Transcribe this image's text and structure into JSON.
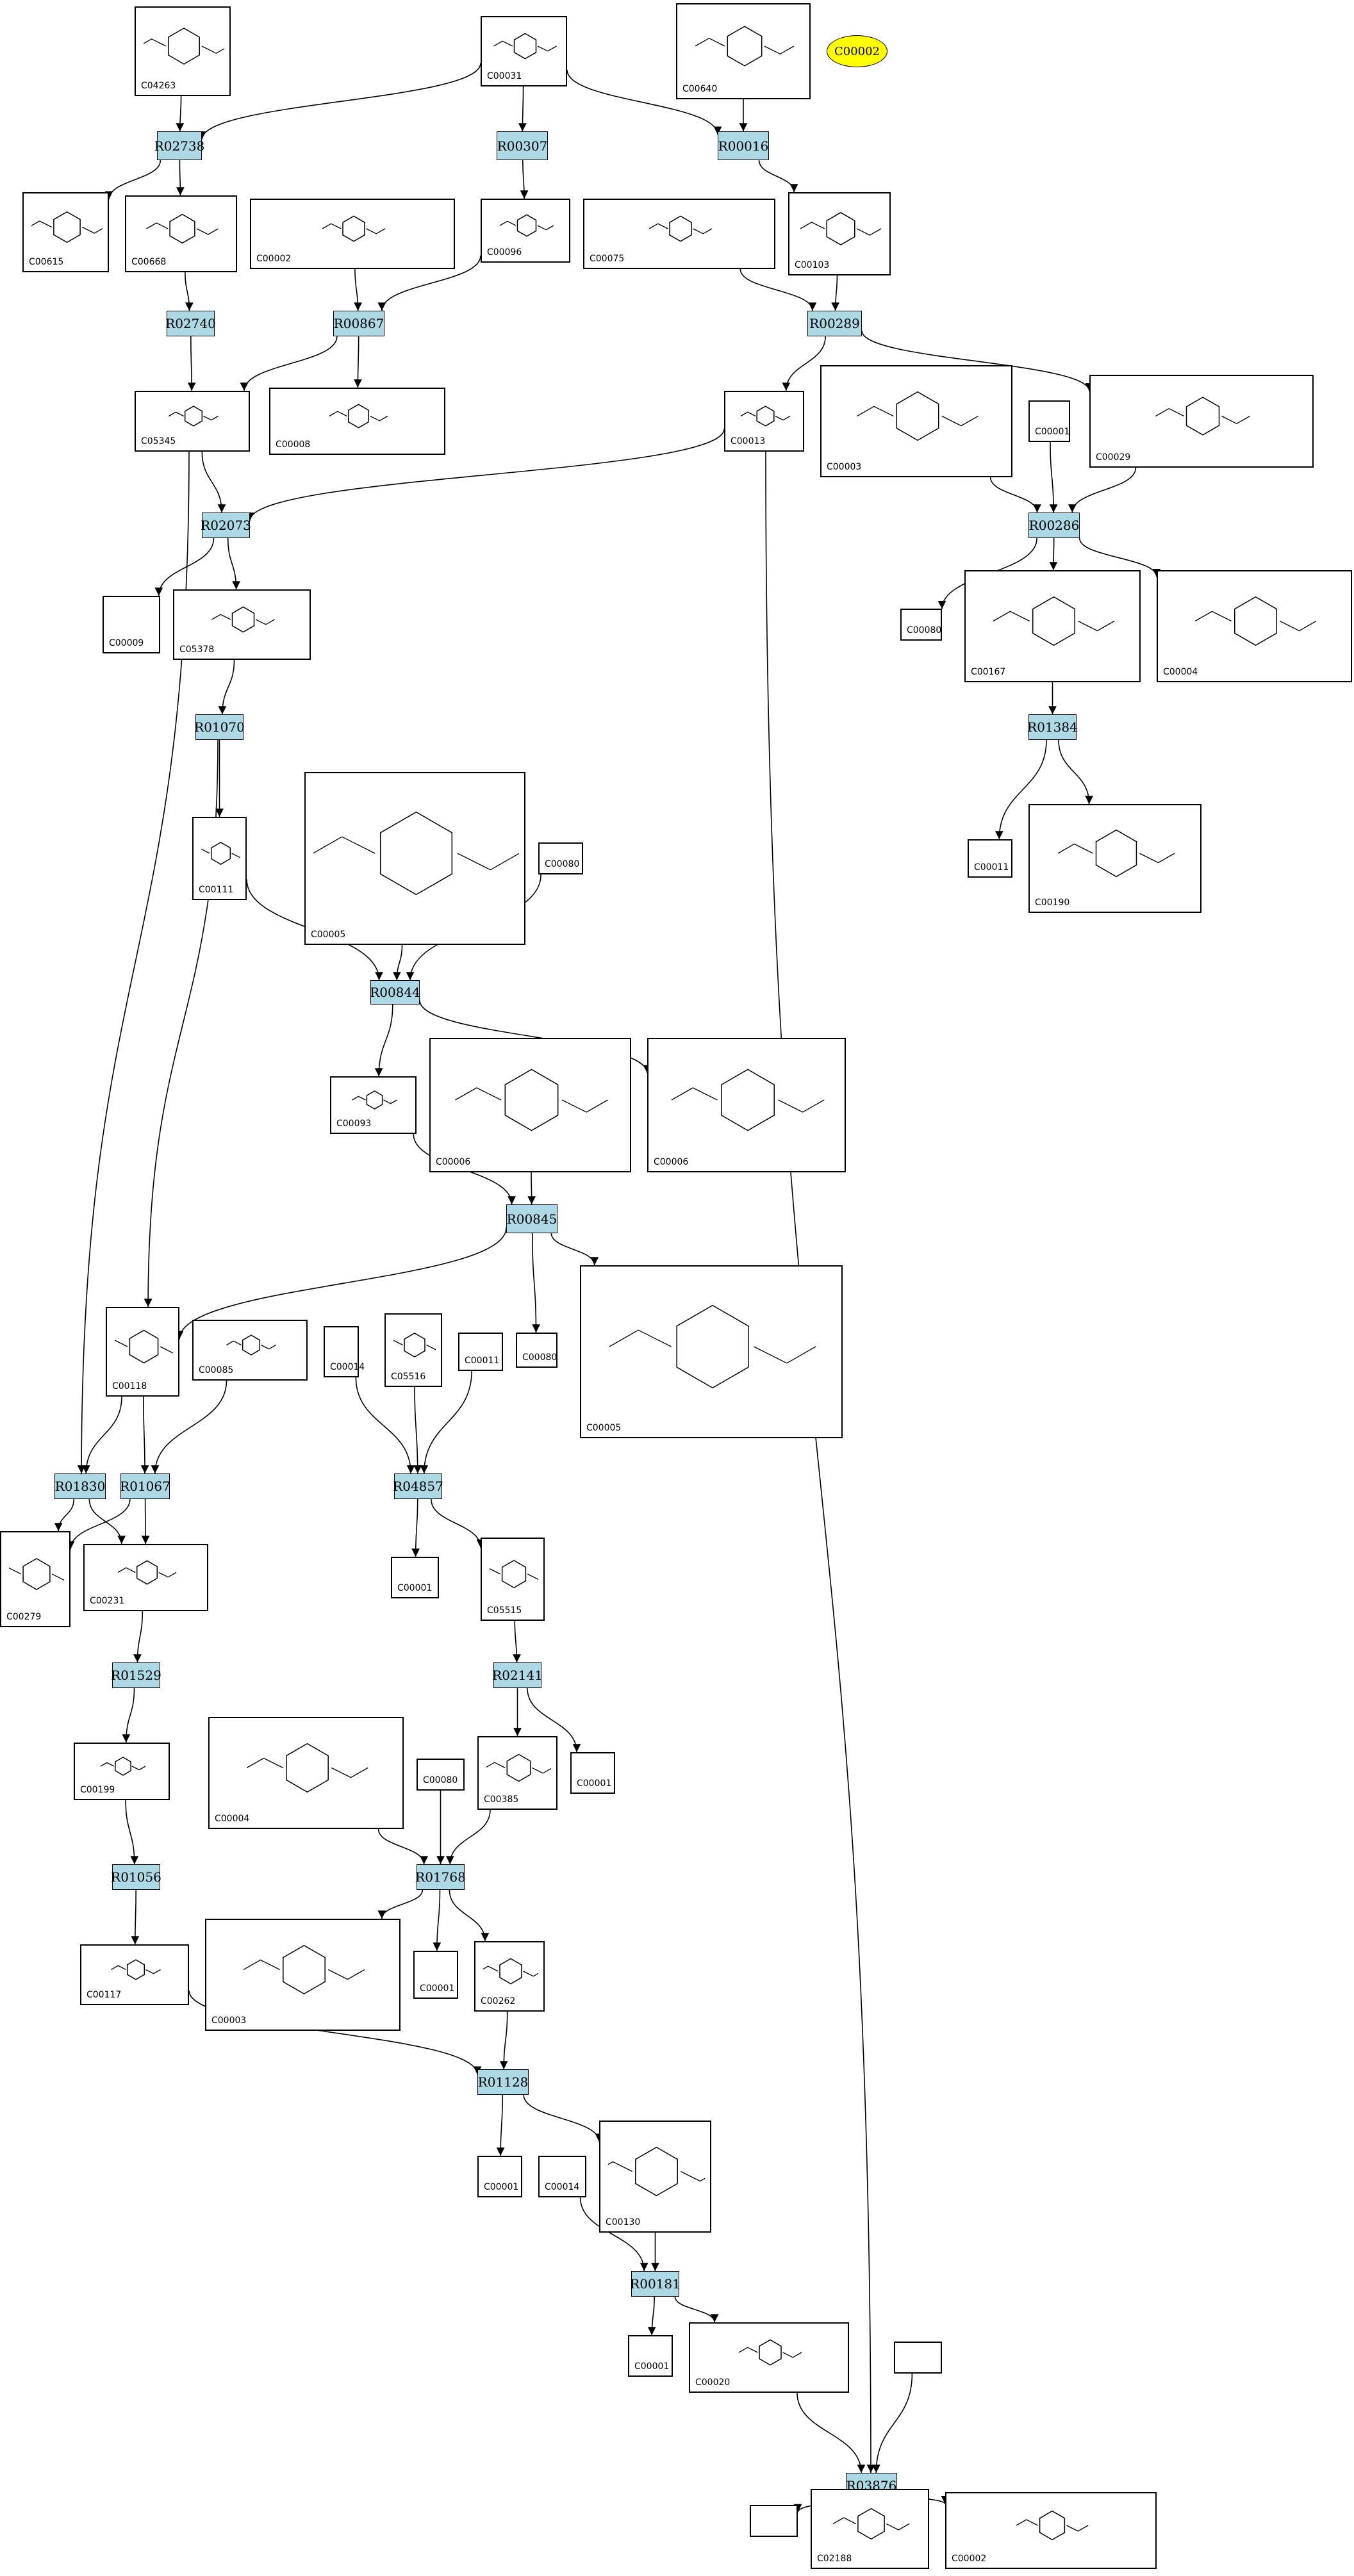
{
  "title_node": {
    "id": "t",
    "label": "C00002"
  },
  "reactions": [
    {
      "id": "r1",
      "label": "R02738"
    },
    {
      "id": "r2",
      "label": "R00307"
    },
    {
      "id": "r3",
      "label": "R00016"
    },
    {
      "id": "r4",
      "label": "R02740"
    },
    {
      "id": "r5",
      "label": "R00867"
    },
    {
      "id": "r6",
      "label": "R00289"
    },
    {
      "id": "r7",
      "label": "R02073"
    },
    {
      "id": "r8",
      "label": "R00286"
    },
    {
      "id": "r9",
      "label": "R01070"
    },
    {
      "id": "r10",
      "label": "R01384"
    },
    {
      "id": "r11",
      "label": "R00844"
    },
    {
      "id": "r12",
      "label": "R00845"
    },
    {
      "id": "r13",
      "label": "R01830"
    },
    {
      "id": "r14",
      "label": "R01067"
    },
    {
      "id": "r15",
      "label": "R04857"
    },
    {
      "id": "r16",
      "label": "R01529"
    },
    {
      "id": "r17",
      "label": "R02141"
    },
    {
      "id": "r18",
      "label": "R01056"
    },
    {
      "id": "r19",
      "label": "R01768"
    },
    {
      "id": "r20",
      "label": "R01128"
    },
    {
      "id": "r21",
      "label": "R00181"
    },
    {
      "id": "r22",
      "label": "R03876"
    }
  ],
  "compounds": [
    {
      "id": "c1",
      "label": "C04263"
    },
    {
      "id": "c2",
      "label": "C00031"
    },
    {
      "id": "c3",
      "label": "C00640"
    },
    {
      "id": "c4",
      "label": "C00615"
    },
    {
      "id": "c5",
      "label": "C00668"
    },
    {
      "id": "c6",
      "label": "C00002"
    },
    {
      "id": "c7",
      "label": "C00096"
    },
    {
      "id": "c8",
      "label": "C00075"
    },
    {
      "id": "c9",
      "label": "C00103"
    },
    {
      "id": "c10",
      "label": "C05345"
    },
    {
      "id": "c11",
      "label": "C00008"
    },
    {
      "id": "c12",
      "label": "C00013"
    },
    {
      "id": "c13",
      "label": "C00003"
    },
    {
      "id": "c14",
      "label": "C00001"
    },
    {
      "id": "c15",
      "label": "C00029"
    },
    {
      "id": "c16",
      "label": "C00009"
    },
    {
      "id": "c17",
      "label": "C05378"
    },
    {
      "id": "c18",
      "label": "C00080"
    },
    {
      "id": "c19",
      "label": "C00167"
    },
    {
      "id": "c20",
      "label": "C00004"
    },
    {
      "id": "c21",
      "label": "C00111"
    },
    {
      "id": "c22",
      "label": "C00005"
    },
    {
      "id": "c23",
      "label": "C00080"
    },
    {
      "id": "c24",
      "label": "C00011"
    },
    {
      "id": "c25",
      "label": "C00190"
    },
    {
      "id": "c26",
      "label": "C00093"
    },
    {
      "id": "c27",
      "label": "C00006"
    },
    {
      "id": "c28",
      "label": "C00006"
    },
    {
      "id": "c29",
      "label": "C00118"
    },
    {
      "id": "c30",
      "label": "C00085"
    },
    {
      "id": "c31",
      "label": "C00014"
    },
    {
      "id": "c32",
      "label": "C05516"
    },
    {
      "id": "c33",
      "label": "C00011"
    },
    {
      "id": "c34",
      "label": "C00080"
    },
    {
      "id": "c35",
      "label": "C00005"
    },
    {
      "id": "c36",
      "label": "C00279"
    },
    {
      "id": "c37",
      "label": "C00231"
    },
    {
      "id": "c38",
      "label": "C00001"
    },
    {
      "id": "c39",
      "label": "C05515"
    },
    {
      "id": "c40",
      "label": "C00199"
    },
    {
      "id": "c41",
      "label": "C00004"
    },
    {
      "id": "c42",
      "label": "C00080"
    },
    {
      "id": "c43",
      "label": "C00385"
    },
    {
      "id": "c44",
      "label": "C00001"
    },
    {
      "id": "c45",
      "label": "C00117"
    },
    {
      "id": "c46",
      "label": "C00003"
    },
    {
      "id": "c47",
      "label": "C00001"
    },
    {
      "id": "c48",
      "label": "C00262"
    },
    {
      "id": "c49",
      "label": "C00001"
    },
    {
      "id": "c50",
      "label": "C00014"
    },
    {
      "id": "c51",
      "label": "C00130"
    },
    {
      "id": "c52",
      "label": "C00001"
    },
    {
      "id": "c53",
      "label": "C00020"
    },
    {
      "id": "c54",
      "label": ""
    },
    {
      "id": "c55",
      "label": ""
    },
    {
      "id": "c56",
      "label": "C02188"
    },
    {
      "id": "c57",
      "label": "C00002"
    }
  ],
  "edges": [
    [
      "c1",
      "r1"
    ],
    [
      "c2",
      "r1"
    ],
    [
      "c2",
      "r2"
    ],
    [
      "c2",
      "r3"
    ],
    [
      "c3",
      "r3"
    ],
    [
      "r1",
      "c4"
    ],
    [
      "r1",
      "c5"
    ],
    [
      "r2",
      "c7"
    ],
    [
      "r3",
      "c9"
    ],
    [
      "c5",
      "r4"
    ],
    [
      "c6",
      "r5"
    ],
    [
      "c7",
      "r5"
    ],
    [
      "c8",
      "r6"
    ],
    [
      "c9",
      "r6"
    ],
    [
      "r4",
      "c10"
    ],
    [
      "r5",
      "c10"
    ],
    [
      "r5",
      "c11"
    ],
    [
      "r6",
      "c12"
    ],
    [
      "r6",
      "c15"
    ],
    [
      "c10",
      "r7"
    ],
    [
      "c12",
      "r7"
    ],
    [
      "c13",
      "r8"
    ],
    [
      "c14",
      "r8"
    ],
    [
      "c15",
      "r8"
    ],
    [
      "r7",
      "c16"
    ],
    [
      "r7",
      "c17"
    ],
    [
      "r8",
      "c18"
    ],
    [
      "r8",
      "c19"
    ],
    [
      "r8",
      "c20"
    ],
    [
      "c17",
      "r9"
    ],
    [
      "c19",
      "r10"
    ],
    [
      "r9",
      "c21"
    ],
    [
      "r10",
      "c24"
    ],
    [
      "r10",
      "c25"
    ],
    [
      "c21",
      "r11"
    ],
    [
      "c22",
      "r11"
    ],
    [
      "c23",
      "r11"
    ],
    [
      "r11",
      "c26"
    ],
    [
      "r11",
      "c28"
    ],
    [
      "c26",
      "r12"
    ],
    [
      "c27",
      "r12"
    ],
    [
      "r12",
      "c29"
    ],
    [
      "r12",
      "c34"
    ],
    [
      "r12",
      "c35"
    ],
    [
      "r9",
      "c29"
    ],
    [
      "c10",
      "r13"
    ],
    [
      "c29",
      "r13"
    ],
    [
      "c29",
      "r14"
    ],
    [
      "c30",
      "r14"
    ],
    [
      "c31",
      "r15"
    ],
    [
      "c32",
      "r15"
    ],
    [
      "c33",
      "r15"
    ],
    [
      "r13",
      "c36"
    ],
    [
      "r13",
      "c37"
    ],
    [
      "r14",
      "c36"
    ],
    [
      "r14",
      "c37"
    ],
    [
      "r15",
      "c38"
    ],
    [
      "r15",
      "c39"
    ],
    [
      "c37",
      "r16"
    ],
    [
      "c39",
      "r17"
    ],
    [
      "r16",
      "c40"
    ],
    [
      "r17",
      "c43"
    ],
    [
      "r17",
      "c44"
    ],
    [
      "c40",
      "r18"
    ],
    [
      "c41",
      "r19"
    ],
    [
      "c42",
      "r19"
    ],
    [
      "c43",
      "r19"
    ],
    [
      "r18",
      "c45"
    ],
    [
      "r19",
      "c46"
    ],
    [
      "r19",
      "c47"
    ],
    [
      "r19",
      "c48"
    ],
    [
      "c45",
      "r20"
    ],
    [
      "c48",
      "r20"
    ],
    [
      "r20",
      "c49"
    ],
    [
      "r20",
      "c51"
    ],
    [
      "c50",
      "r21"
    ],
    [
      "c51",
      "r21"
    ],
    [
      "r21",
      "c52"
    ],
    [
      "r21",
      "c53"
    ],
    [
      "c12",
      "r22"
    ],
    [
      "c53",
      "r22"
    ],
    [
      "c54",
      "r22"
    ],
    [
      "r22",
      "c55"
    ],
    [
      "r22",
      "c56"
    ],
    [
      "r22",
      "c57"
    ]
  ]
}
